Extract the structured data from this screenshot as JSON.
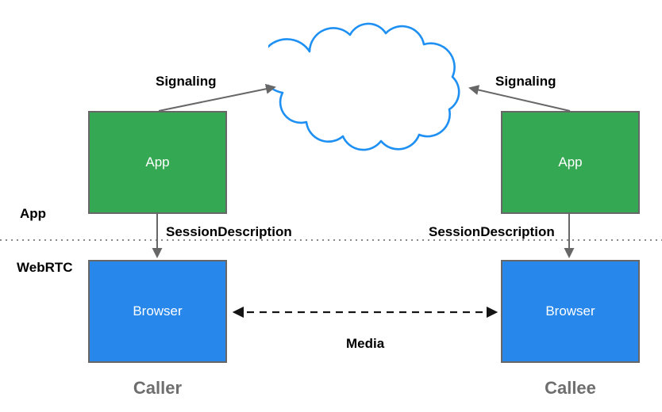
{
  "diagram_title": "WebRTC signaling and media architecture",
  "colors": {
    "app_fill": "#35a853",
    "browser_fill": "#2787ea",
    "cloud_stroke": "#1e90f3",
    "box_border": "#676767",
    "arrow_gray": "#676767",
    "arrow_black": "#141414",
    "label_color": "#000000",
    "footer_gray": "#6e6e6e",
    "divider": "#8a8a8a"
  },
  "lanes": {
    "app_label": "App",
    "webrtc_label": "WebRTC"
  },
  "nodes": {
    "caller_app_label": "App",
    "callee_app_label": "App",
    "caller_browser_label": "Browser",
    "callee_browser_label": "Browser",
    "cloud": "signaling-cloud"
  },
  "edges": {
    "signaling_left_label": "Signaling",
    "signaling_right_label": "Signaling",
    "session_left_label": "SessionDescription",
    "session_right_label": "SessionDescription",
    "media_label": "Media"
  },
  "footers": {
    "caller_label": "Caller",
    "callee_label": "Callee"
  }
}
